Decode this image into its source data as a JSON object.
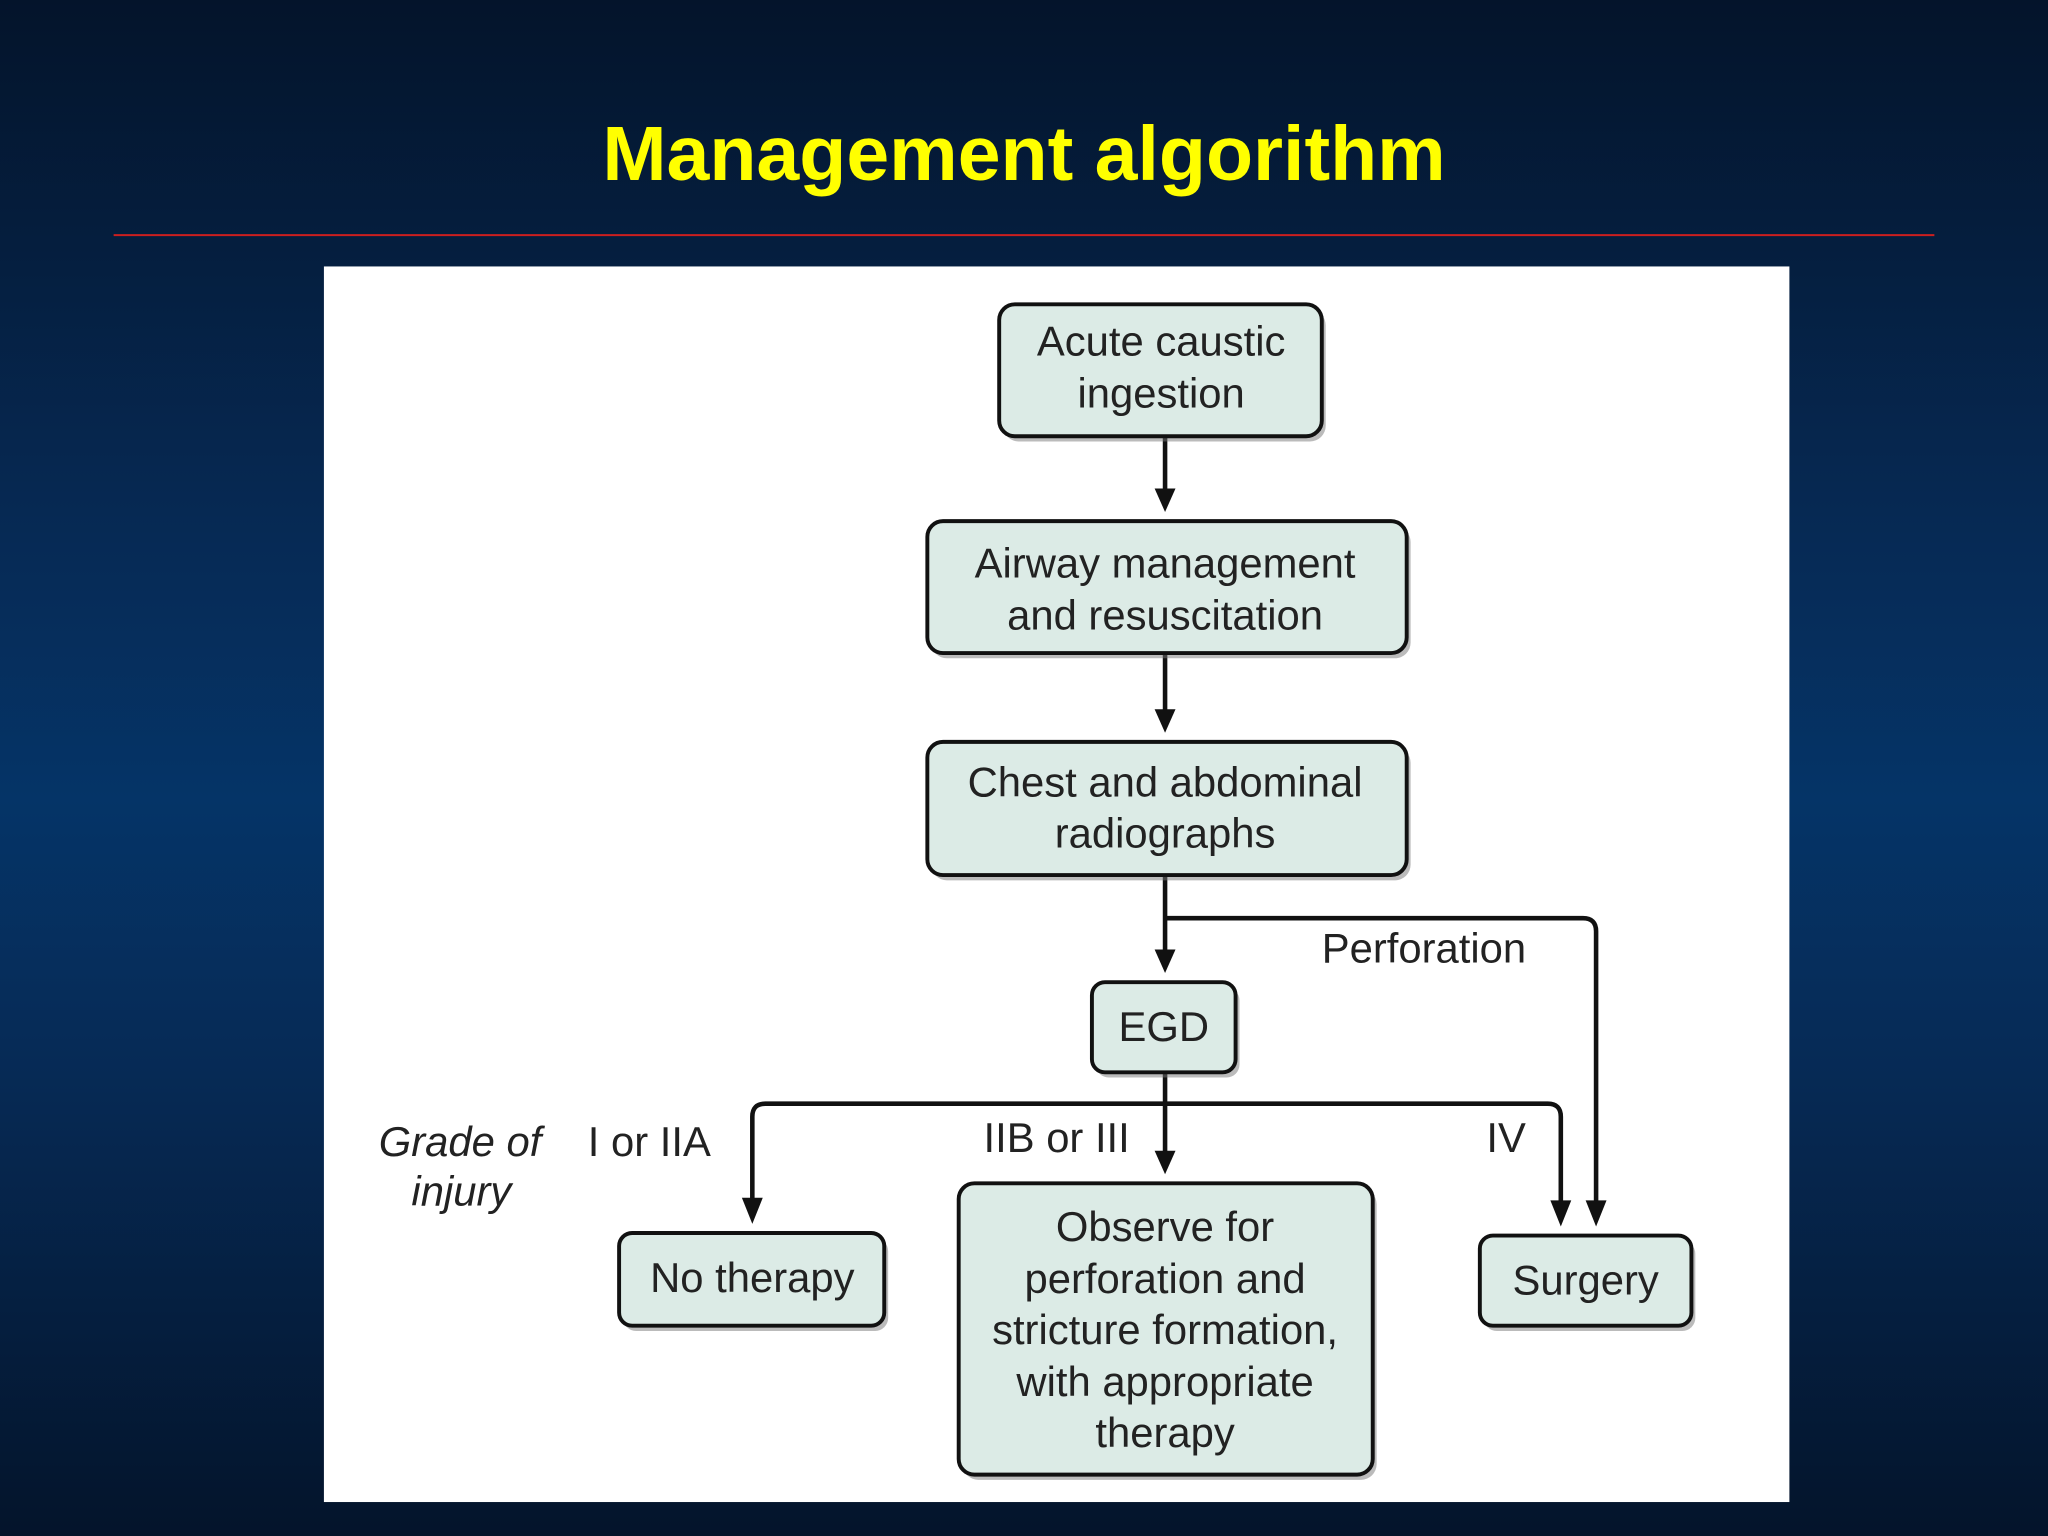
{
  "slide": {
    "title": "Management algorithm",
    "colors": {
      "title": "#ffff00",
      "rule": "#cc1f1f",
      "box_fill": "#dcebe6",
      "background": "#053467"
    }
  },
  "diagram": {
    "nodes": {
      "acute": [
        "Acute caustic",
        "ingestion"
      ],
      "airway": [
        "Airway management",
        "and resuscitation"
      ],
      "chest": [
        "Chest and abdominal",
        "radiographs"
      ],
      "egd": [
        "EGD"
      ],
      "no_therapy": [
        "No therapy"
      ],
      "observe": [
        "Observe for",
        "perforation and",
        "stricture formation,",
        "with appropriate",
        "therapy"
      ],
      "surgery": [
        "Surgery"
      ]
    },
    "labels": {
      "perforation": "Perforation",
      "grade_of": "Grade of",
      "injury": "injury",
      "grade_low": "I or IIA",
      "grade_mid": "IIB or III",
      "grade_high": "IV"
    }
  }
}
